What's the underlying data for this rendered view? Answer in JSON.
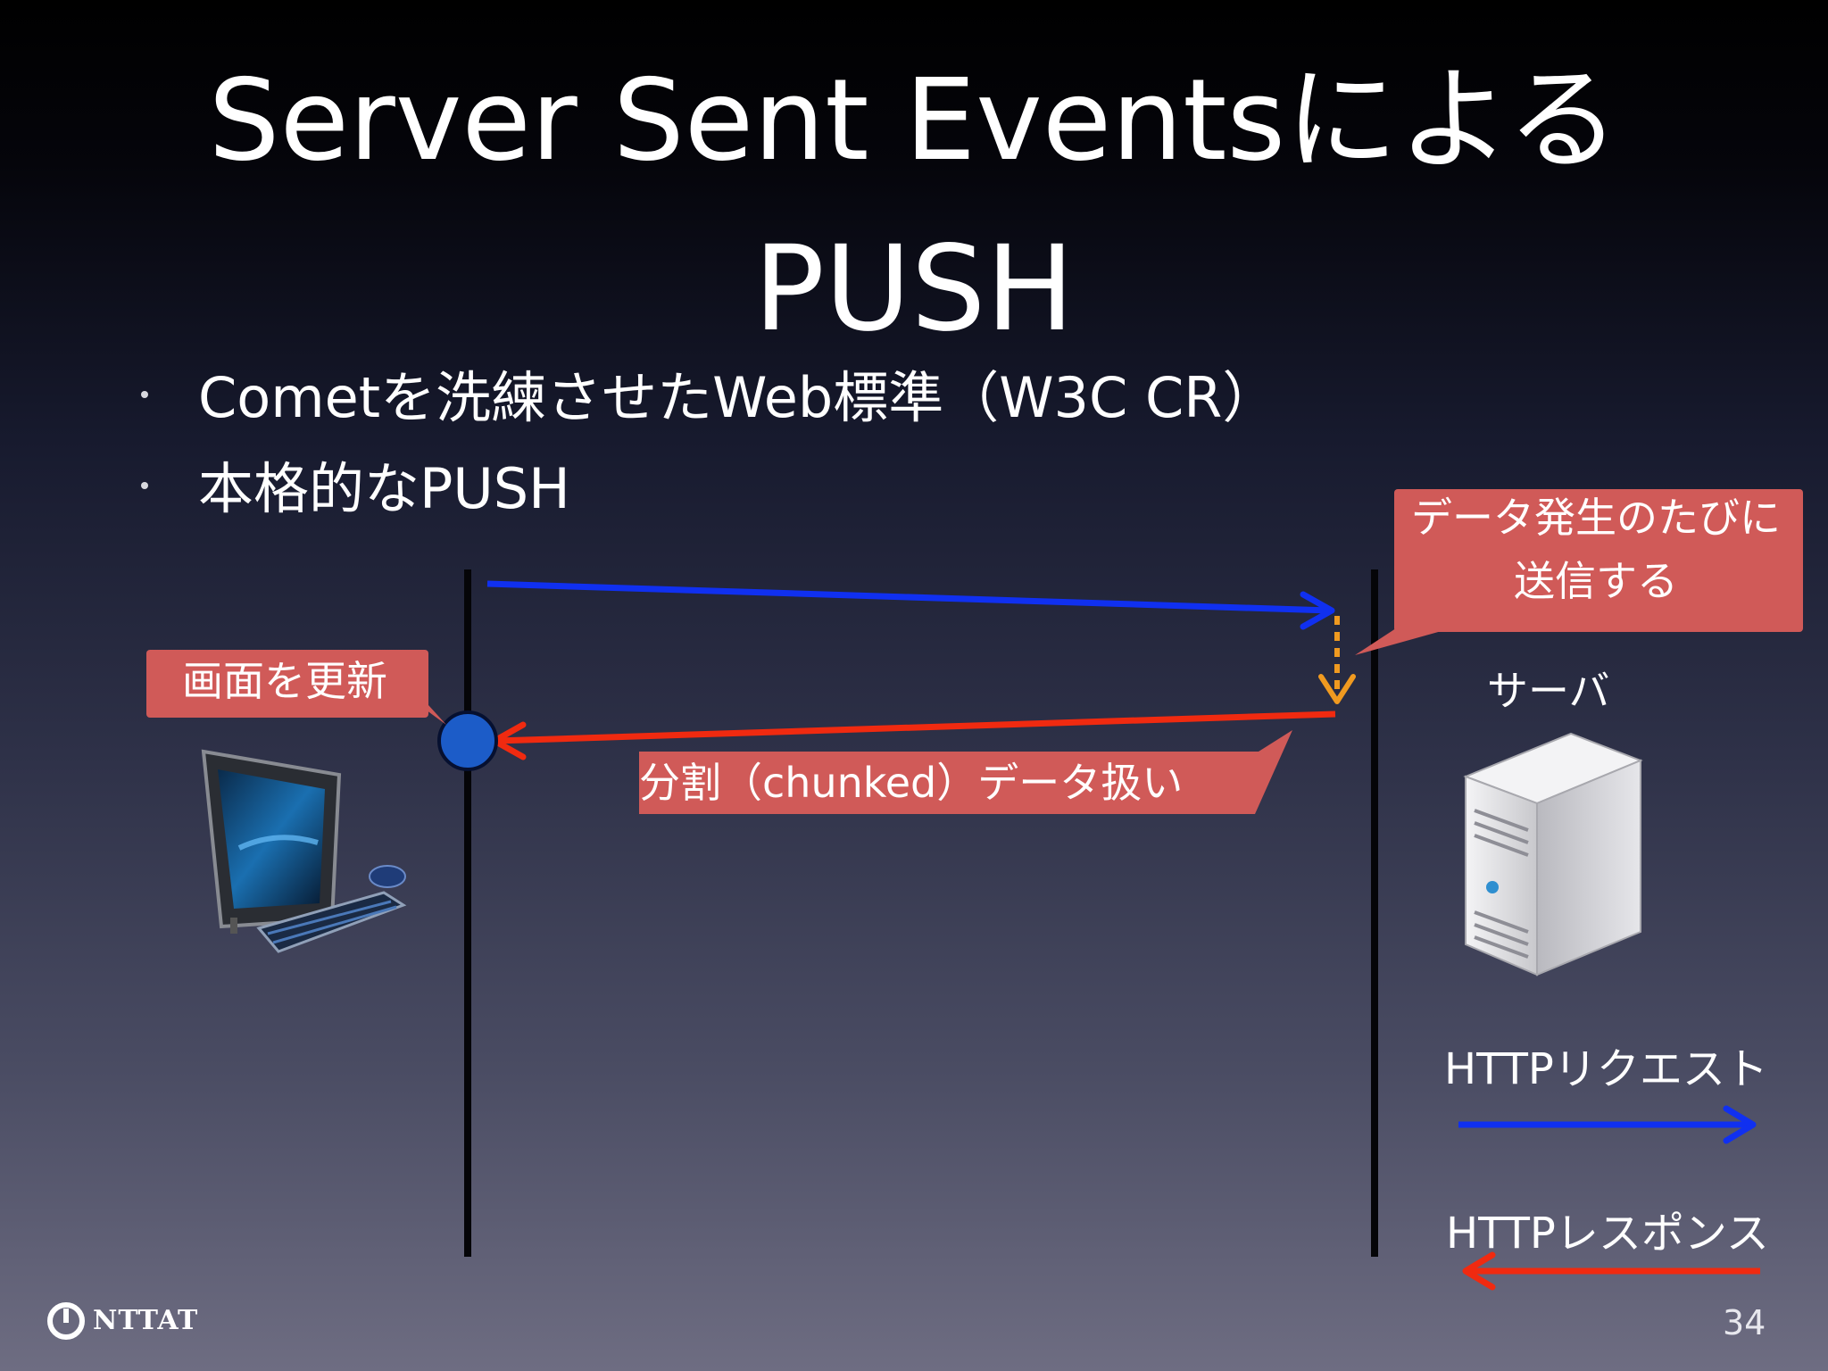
{
  "slide": {
    "title_line_1": "Server Sent Eventsによる",
    "title_line_2": "PUSH",
    "bullets": [
      "Cometを洗練させたWeb標準（W3C CR）",
      "本格的なPUSH"
    ],
    "page_number": "34"
  },
  "diagram": {
    "callouts": {
      "update_screen": "画面を更新",
      "send_on_data_line_1": "データ発生のたびに",
      "send_on_data_line_2": "送信する",
      "chunked": "分割（chunked）データ扱い"
    },
    "server_label": "サーバ",
    "legend": {
      "request": "HTTPリクエスト",
      "response": "HTTPレスポンス"
    }
  },
  "footer": {
    "logo_text": "NTTAT"
  },
  "colors": {
    "request_arrow": "#1030f0",
    "response_arrow": "#f02a10",
    "callout_fill": "#d05a58",
    "dashed_arrow": "#f09a20",
    "node_fill": "#1c5cc8"
  }
}
